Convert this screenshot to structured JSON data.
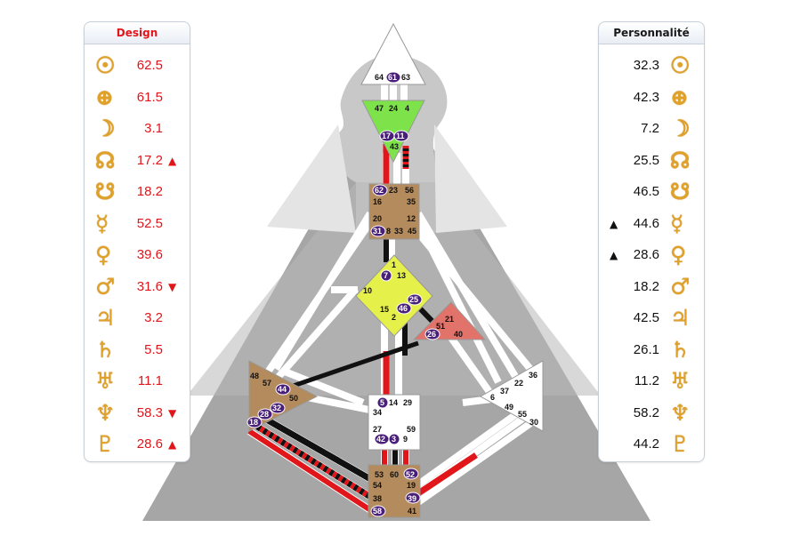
{
  "design": {
    "title": "Design",
    "rows": [
      {
        "planet": "sun-icon",
        "glyph": "☉",
        "value": "62.5",
        "arrow": ""
      },
      {
        "planet": "earth-icon",
        "glyph": "⊕",
        "value": "61.5",
        "arrow": ""
      },
      {
        "planet": "moon-icon",
        "glyph": "☽",
        "value": "3.1",
        "arrow": ""
      },
      {
        "planet": "north-node-icon",
        "glyph": "☊",
        "value": "17.2",
        "arrow": "▲"
      },
      {
        "planet": "south-node-icon",
        "glyph": "☋",
        "value": "18.2",
        "arrow": ""
      },
      {
        "planet": "mercury-icon",
        "glyph": "☿",
        "value": "52.5",
        "arrow": ""
      },
      {
        "planet": "venus-icon",
        "glyph": "♀",
        "value": "39.6",
        "arrow": ""
      },
      {
        "planet": "mars-icon",
        "glyph": "♂",
        "value": "31.6",
        "arrow": "▼"
      },
      {
        "planet": "jupiter-icon",
        "glyph": "♃",
        "value": "3.2",
        "arrow": ""
      },
      {
        "planet": "saturn-icon",
        "glyph": "♄",
        "value": "5.5",
        "arrow": ""
      },
      {
        "planet": "uranus-icon",
        "glyph": "♅",
        "value": "11.1",
        "arrow": ""
      },
      {
        "planet": "neptune-icon",
        "glyph": "♆",
        "value": "58.3",
        "arrow": "▼"
      },
      {
        "planet": "pluto-icon",
        "glyph": "♇",
        "value": "28.6",
        "arrow": "▲"
      }
    ]
  },
  "personality": {
    "title": "Personnalité",
    "rows": [
      {
        "planet": "sun-icon",
        "glyph": "☉",
        "value": "32.3",
        "arrow": ""
      },
      {
        "planet": "earth-icon",
        "glyph": "⊕",
        "value": "42.3",
        "arrow": ""
      },
      {
        "planet": "moon-icon",
        "glyph": "☽",
        "value": "7.2",
        "arrow": ""
      },
      {
        "planet": "north-node-icon",
        "glyph": "☊",
        "value": "25.5",
        "arrow": ""
      },
      {
        "planet": "south-node-icon",
        "glyph": "☋",
        "value": "46.5",
        "arrow": ""
      },
      {
        "planet": "mercury-icon",
        "glyph": "☿",
        "value": "44.6",
        "arrow": "▲"
      },
      {
        "planet": "venus-icon",
        "glyph": "♀",
        "value": "28.6",
        "arrow": "▲"
      },
      {
        "planet": "mars-icon",
        "glyph": "♂",
        "value": "18.2",
        "arrow": ""
      },
      {
        "planet": "jupiter-icon",
        "glyph": "♃",
        "value": "42.5",
        "arrow": ""
      },
      {
        "planet": "saturn-icon",
        "glyph": "♄",
        "value": "26.1",
        "arrow": ""
      },
      {
        "planet": "uranus-icon",
        "glyph": "♅",
        "value": "11.2",
        "arrow": ""
      },
      {
        "planet": "neptune-icon",
        "glyph": "♆",
        "value": "58.2",
        "arrow": ""
      },
      {
        "planet": "pluto-icon",
        "glyph": "♇",
        "value": "44.2",
        "arrow": ""
      }
    ]
  },
  "colors": {
    "design": "#e0161b",
    "personality": "#111111",
    "glyph": "#e0a12a",
    "head_center": "#ffffff",
    "ajna_center": "#7ee34a",
    "throat_center": "#b48b5c",
    "g_center": "#e6f04a",
    "ego_center": "#e2736a",
    "spleen_center": "#b48b5c",
    "sacral_center": "#ffffff",
    "solar_plexus_center": "#ffffff",
    "root_center": "#b48b5c",
    "gate_highlight": "#4a1f7a"
  },
  "gates": {
    "head": {
      "g64": "64",
      "g61": "61",
      "g63": "63"
    },
    "ajna": {
      "g47": "47",
      "g24": "24",
      "g4": "4",
      "g17": "17",
      "g11": "11",
      "g43": "43"
    },
    "throat": {
      "g62": "62",
      "g23": "23",
      "g56": "56",
      "g16": "16",
      "g35": "35",
      "g20": "20",
      "g12": "12",
      "g31": "31",
      "g8": "8",
      "g33": "33",
      "g45": "45"
    },
    "g": {
      "g1": "1",
      "g7": "7",
      "g13": "13",
      "g10": "10",
      "g25": "25",
      "g15": "15",
      "g46": "46",
      "g2": "2"
    },
    "ego": {
      "g21": "21",
      "g51": "51",
      "g26": "26",
      "g40": "40"
    },
    "spleen": {
      "g48": "48",
      "g57": "57",
      "g44": "44",
      "g50": "50",
      "g32": "32",
      "g28": "28",
      "g18": "18"
    },
    "sacral": {
      "g5": "5",
      "g14": "14",
      "g29": "29",
      "g34": "34",
      "g27": "27",
      "g59": "59",
      "g42": "42",
      "g3": "3",
      "g9": "9"
    },
    "solar": {
      "g36": "36",
      "g22": "22",
      "g37": "37",
      "g6": "6",
      "g49": "49",
      "g55": "55",
      "g30": "30"
    },
    "root": {
      "g53": "53",
      "g60": "60",
      "g52": "52",
      "g54": "54",
      "g19": "19",
      "g38": "38",
      "g39": "39",
      "g58": "58",
      "g41": "41"
    }
  }
}
